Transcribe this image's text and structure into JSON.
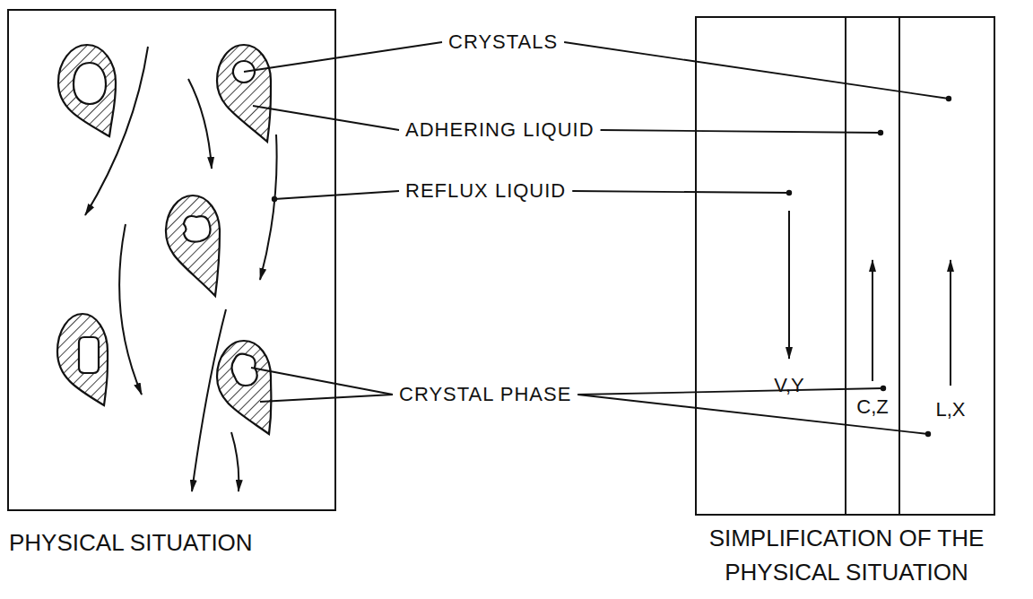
{
  "diagram": {
    "nodes": [
      {
        "text": [
          "PHYSICAL SITUATION"
        ]
      },
      {
        "text": [
          "SIMPLIFICATION OF THE PHYSICAL SITUATION"
        ]
      },
      {
        "text": [
          "V,Y"
        ],
        "in": 1
      },
      {
        "text": [
          "C,Z"
        ],
        "in": 1
      },
      {
        "text": [
          "L,X"
        ],
        "in": 1
      }
    ],
    "labels": [
      "CRYSTALS",
      "ADHERING LIQUID",
      "REFLUX LIQUID",
      "CRYSTAL PHASE"
    ]
  }
}
